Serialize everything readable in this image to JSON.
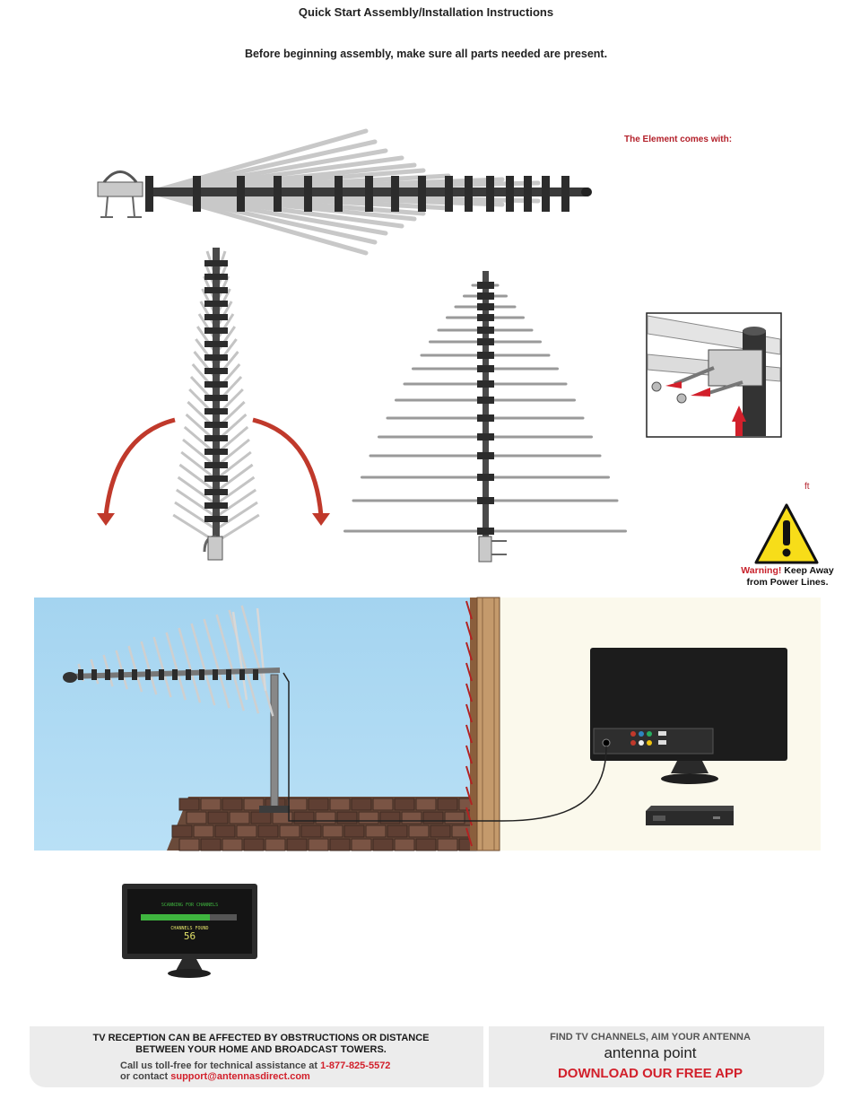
{
  "header": {
    "title": "Quick Start Assembly/Installation Instructions",
    "subtitle": "Before beginning assembly, make sure all parts needed are present."
  },
  "sidebar": {
    "comes_with": "The Element comes with:",
    "ft_note": "ft",
    "warning_label": "Warning!",
    "warning_text_1": "Keep Away",
    "warning_text_2": "from Power Lines."
  },
  "scan_screen": {
    "scanning_label": "SCANNING FOR CHANNELS",
    "found_label": "CHANNELS FOUND",
    "found_count": "56",
    "progress": 0.72
  },
  "footer": {
    "line1": "TV RECEPTION CAN BE AFFECTED BY OBSTRUCTIONS OR DISTANCE",
    "line2": "BETWEEN YOUR HOME AND BROADCAST TOWERS.",
    "call_prefix": "Call us toll-free for technical assistance at ",
    "phone": "1-877-825-5572",
    "contact_prefix": "or contact ",
    "email": "support@antennasdirect.com",
    "app_heading": "FIND TV CHANNELS, AIM YOUR ANTENNA",
    "app_name": "antenna point",
    "app_cta": "DOWNLOAD OUR FREE APP"
  },
  "colors": {
    "accent_red": "#d2202b",
    "sky": "#aad8f2",
    "room": "#fbf9ec",
    "warning_yellow": "#f7dd19"
  }
}
